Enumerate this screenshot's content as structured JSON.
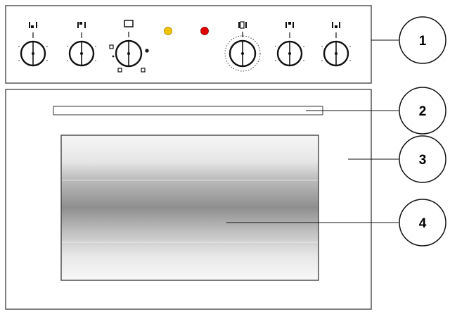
{
  "callouts": [
    {
      "number": "1",
      "part": "control-panel"
    },
    {
      "number": "2",
      "part": "door-handle"
    },
    {
      "number": "3",
      "part": "oven-door"
    },
    {
      "number": "4",
      "part": "door-window"
    }
  ],
  "indicator_lights": [
    {
      "color": "#f0c400"
    },
    {
      "color": "#e00000"
    }
  ],
  "colors": {
    "outline": "#555555",
    "knob_stroke": "#111111",
    "callout_stroke": "#111111"
  }
}
